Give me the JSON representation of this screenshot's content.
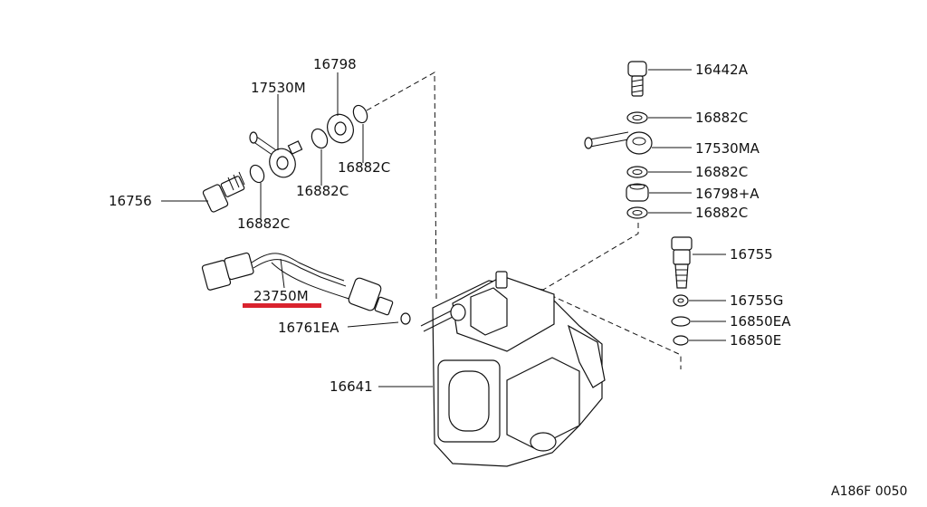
{
  "diagram": {
    "labels": {
      "p16798": "16798",
      "p17530m": "17530M",
      "p16756": "16756",
      "p16882c_a": "16882C",
      "p16882c_b": "16882C",
      "p16882c_c": "16882C",
      "p23750m": "23750M",
      "p16761ea": "16761EA",
      "p16641": "16641",
      "p16442a": "16442A",
      "p16882c_d": "16882C",
      "p17530ma": "17530MA",
      "p16882c_e": "16882C",
      "p16798a": "16798+A",
      "p16882c_f": "16882C",
      "p16755": "16755",
      "p16755g": "16755G",
      "p16850ea": "16850EA",
      "p16850e": "16850E"
    },
    "highlight_color": "#d9232e",
    "figure_code": "A186F 0050"
  }
}
